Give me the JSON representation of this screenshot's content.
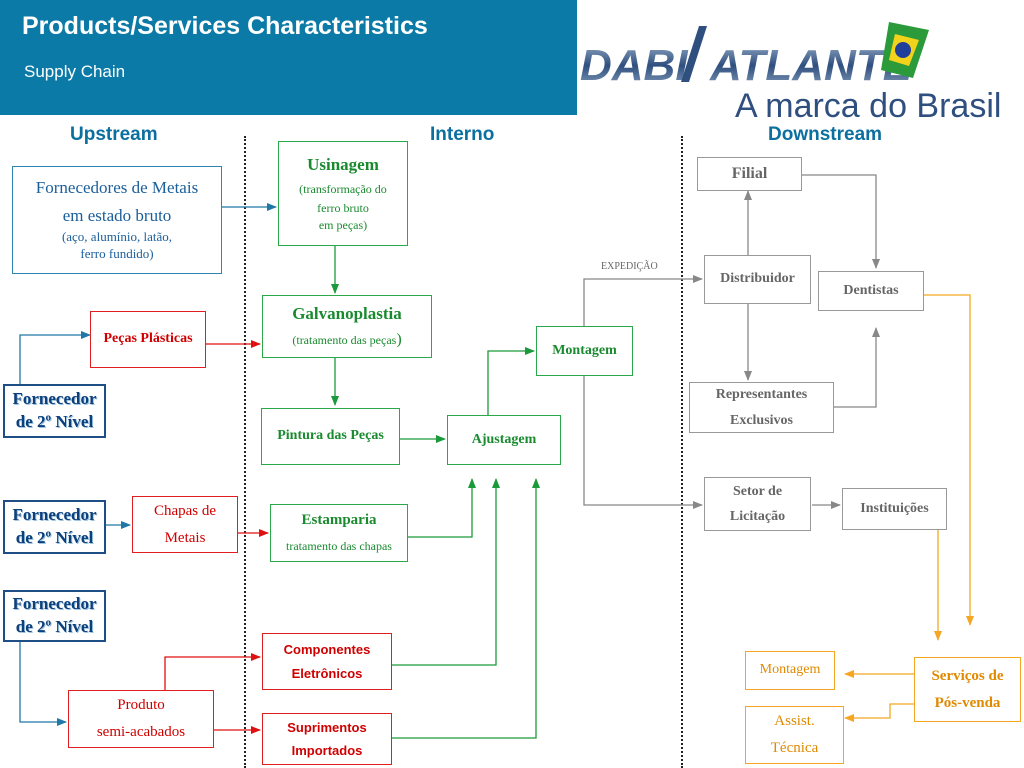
{
  "header": {
    "title": "Products/Services Characteristics",
    "subtitle": "Supply Chain"
  },
  "logo": {
    "brand_left": "DABI",
    "brand_right": "ATLANTE",
    "tagline": "A marca do Brasil"
  },
  "columns": {
    "upstream": "Upstream",
    "interno": "Interno",
    "downstream": "Downstream"
  },
  "upstream": {
    "fornecedores": {
      "line1": "Fornecedores de Metais",
      "line2": "em estado bruto",
      "line3": "(aço, alumínio, latão,",
      "line4": "ferro fundido)"
    },
    "pecas_plasticas": "Peças Plásticas",
    "chapas": {
      "line1": "Chapas de",
      "line2": "Metais"
    },
    "produto": {
      "line1": "Produto",
      "line2": "semi-acabados"
    },
    "fornecedor_2": {
      "line1": "Fornecedor",
      "line2": "de 2º Nível"
    }
  },
  "interno": {
    "usinagem": {
      "title": "Usinagem",
      "line1": "(transformação do",
      "line2": "ferro bruto",
      "line3": "em peças)"
    },
    "galvanoplastia": {
      "title": "Galvanoplastia",
      "sub": "(tratamento das peças",
      "close": ")"
    },
    "pintura": "Pintura das Peças",
    "estamparia": {
      "title": "Estamparia",
      "sub": "tratamento das chapas"
    },
    "componentes": {
      "line1": "Componentes",
      "line2": "Eletrônicos"
    },
    "suprimentos": {
      "line1": "Suprimentos",
      "line2": "Importados"
    },
    "ajustagem": "Ajustagem",
    "montagem": "Montagem"
  },
  "downstream": {
    "expedicao": "EXPEDIÇÃO",
    "filial": "Filial",
    "distribuidor": "Distribuidor",
    "dentistas": "Dentistas",
    "representantes": {
      "line1": "Representantes",
      "line2": "Exclusivos"
    },
    "setor": {
      "line1": "Setor de",
      "line2": "Licitação"
    },
    "instituicoes": "Instituições",
    "montagem": "Montagem",
    "servicos": {
      "line1": "Serviços de",
      "line2": "Pós-venda"
    },
    "assist": {
      "line1": "Assist.",
      "line2": "Técnica"
    }
  },
  "colors": {
    "header": "#0b7aa6",
    "blue": "#2e86b5",
    "green": "#2aa84a",
    "red": "#e02020",
    "grey": "#888888",
    "orange": "#f5a623"
  }
}
